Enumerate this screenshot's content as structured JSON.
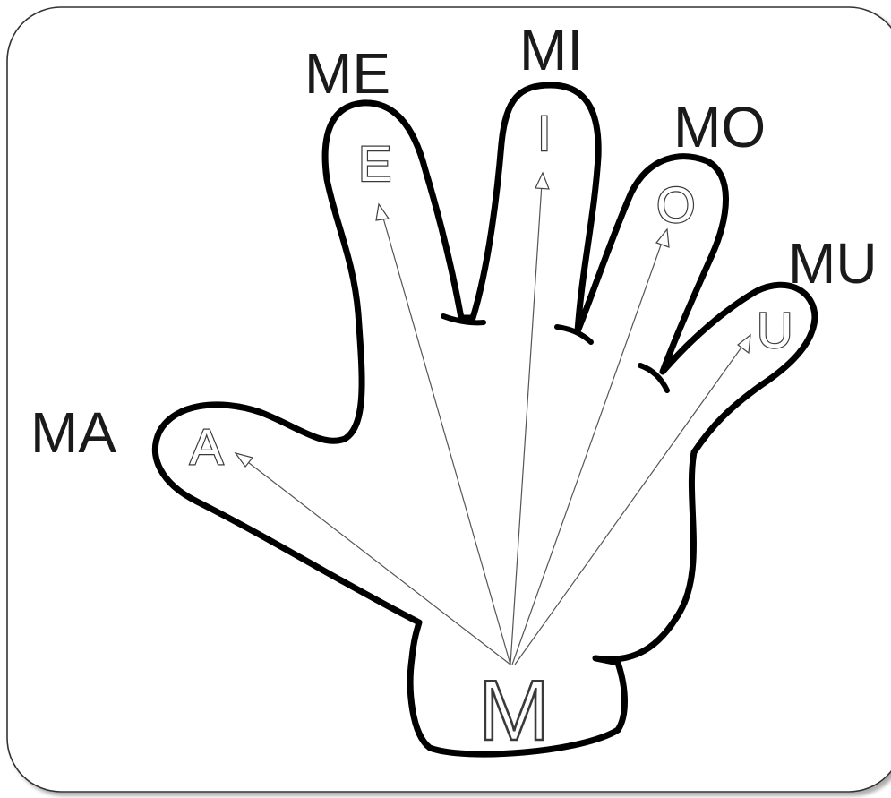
{
  "diagram": {
    "syllables": {
      "ma": "MA",
      "me": "ME",
      "mi": "MI",
      "mo": "MO",
      "mu": "MU"
    },
    "vowels": {
      "a": "A",
      "e": "E",
      "i": "I",
      "o": "O",
      "u": "U"
    },
    "consonant": "M"
  }
}
